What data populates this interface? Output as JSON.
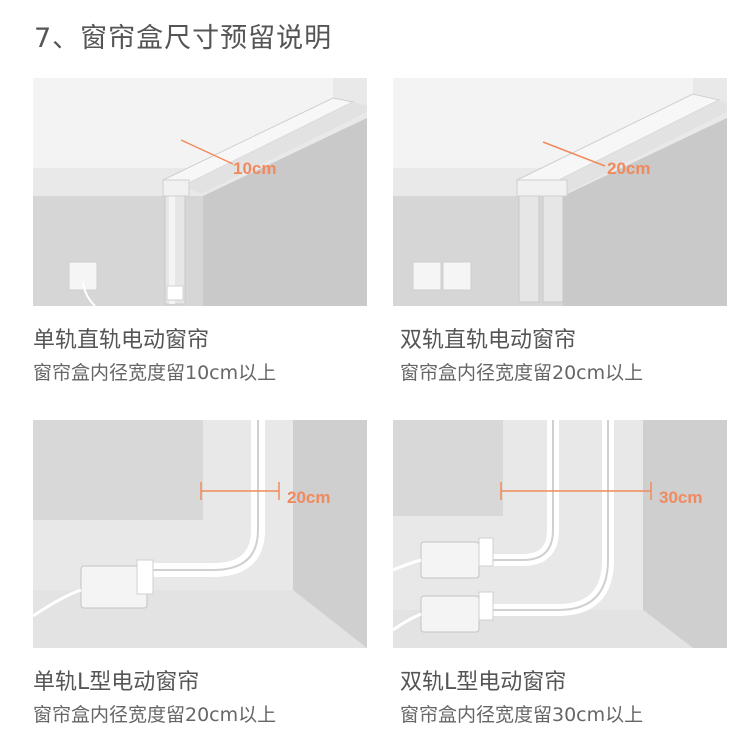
{
  "title": "7、窗帘盒尺寸预留说明",
  "panels": [
    {
      "caption": "单轨直轨电动窗帘",
      "note": "窗帘盒内径宽度留10cm以上",
      "measure": "10cm"
    },
    {
      "caption": "双轨直轨电动窗帘",
      "note": "窗帘盒内径宽度留20cm以上",
      "measure": "20cm"
    },
    {
      "caption": "单轨L型电动窗帘",
      "note": "窗帘盒内径宽度留20cm以上",
      "measure": "20cm"
    },
    {
      "caption": "双轨L型电动窗帘",
      "note": "窗帘盒内径宽度留30cm以上",
      "measure": "30cm"
    }
  ],
  "colors": {
    "accent": "#f08a5d",
    "wall": "#d9d9d9",
    "ceiling": "#eeeeee"
  }
}
